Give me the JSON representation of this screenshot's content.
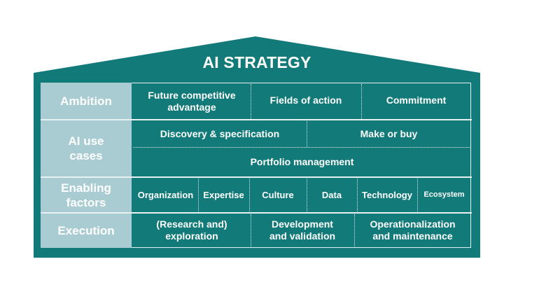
{
  "title": "AI STRATEGY",
  "rows": {
    "ambition": {
      "label": "Ambition",
      "cells": [
        "Future competitive advantage",
        "Fields of action",
        "Commitment"
      ]
    },
    "use_cases": {
      "label": "AI use cases",
      "cells": [
        "Discovery & specification",
        "Make or buy",
        "Portfolio management"
      ]
    },
    "enabling": {
      "label": "Enabling factors",
      "cells": [
        "Organization",
        "Expertise",
        "Culture",
        "Data",
        "Technology",
        "Ecosystem"
      ]
    },
    "execution": {
      "label": "Execution",
      "cells": [
        "(Research and) exploration",
        "Development and validation",
        "Operationalization and maintenance"
      ]
    }
  },
  "colors": {
    "teal": "#127a79",
    "label_bg": "#a9ccd3",
    "text": "#ffffff"
  }
}
